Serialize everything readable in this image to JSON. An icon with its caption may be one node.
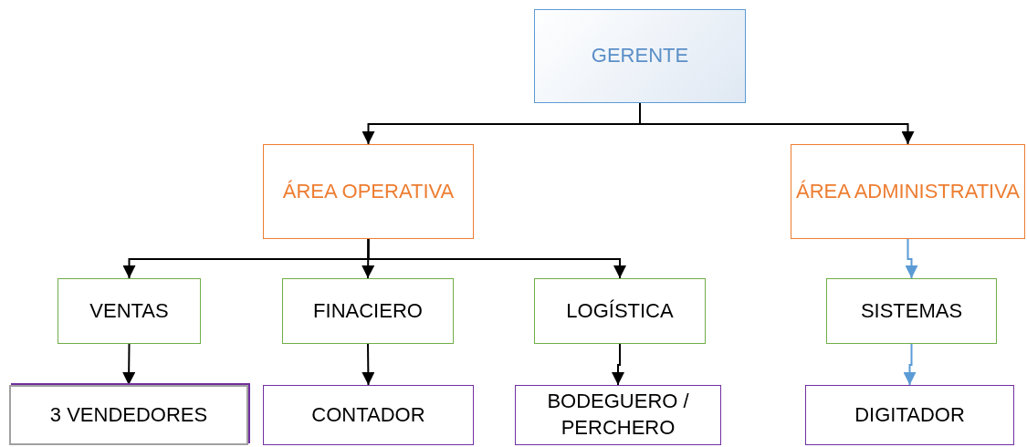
{
  "diagram": {
    "nodes": [
      {
        "text": [
          "GERENTE"
        ]
      },
      {
        "text": [
          "ÁREA OPERATIVA"
        ]
      },
      {
        "text": [
          "ÁREA ADMINISTRATIVA"
        ]
      },
      {
        "text": [
          "VENTAS"
        ]
      },
      {
        "text": [
          "FINACIERO"
        ]
      },
      {
        "text": [
          "LOGÍSTICA"
        ]
      },
      {
        "text": [
          "SISTEMAS"
        ]
      },
      {
        "text": [
          "3 VENDEDORES"
        ]
      },
      {
        "text": [
          "CONTADOR"
        ]
      },
      {
        "text": [
          "BODEGUERO / PERCHERO"
        ]
      },
      {
        "text": [
          "DIGITADOR"
        ]
      }
    ],
    "edges": [
      {
        "from": 0,
        "to": 1,
        "arrow": "to"
      },
      {
        "from": 0,
        "to": 2,
        "arrow": "to"
      },
      {
        "from": 1,
        "to": 3,
        "arrow": "to"
      },
      {
        "from": 1,
        "to": 4,
        "arrow": "to"
      },
      {
        "from": 1,
        "to": 5,
        "arrow": "to"
      },
      {
        "from": 2,
        "to": 6,
        "arrow": "to",
        "color": "#5b9bd5"
      },
      {
        "from": 3,
        "to": 7,
        "arrow": "to"
      },
      {
        "from": 4,
        "to": 8,
        "arrow": "to"
      },
      {
        "from": 5,
        "to": 9,
        "arrow": "to"
      },
      {
        "from": 6,
        "to": 10,
        "arrow": "to",
        "color": "#5b9bd5"
      }
    ]
  }
}
